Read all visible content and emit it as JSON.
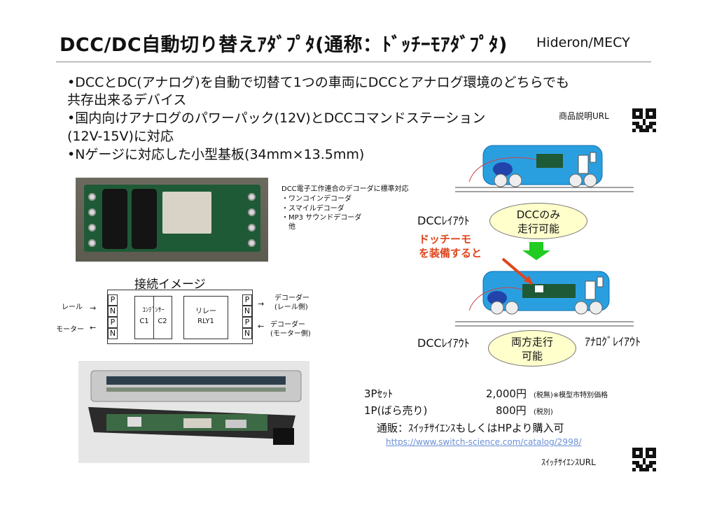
{
  "header": {
    "title": "DCC/DC自動切り替えｱﾀﾞﾌﾟﾀ(通称：ﾄﾞｯﾁｰﾓｱﾀﾞﾌﾟﾀ)",
    "author": "Hideron/MECY"
  },
  "bullets": {
    "b1_line1": "•DCCとDC(アナログ)を自動で切替て1つの車両にDCCとアナログ環境のどちらでも",
    "b1_line2": "共存出来るデバイス",
    "b2_line1": "•国内向けアナログのパワーパック(12V)とDCCコマンドステーション",
    "b2_line2": "(12V-15V)に対応",
    "b3": "•Nゲージに対応した小型基板(34mm×13.5mm)"
  },
  "qr": {
    "product_label": "商品説明URL",
    "store_label": "ｽｲｯﾁｻｲｴﾝｽURL"
  },
  "decoders": {
    "heading": "DCC電子工作連合のデコーダに標準対応",
    "items": [
      "・ワンコインデコーダ",
      "・スマイルデコーダ",
      "・MP3 サウンドデコーダ",
      "　他"
    ]
  },
  "connection": {
    "title": "接続イメージ",
    "left_pins": [
      "P",
      "N",
      "P",
      "N"
    ],
    "right_pins": [
      "P",
      "N",
      "P",
      "N"
    ],
    "capacitor_label": "ｺﾝﾃﾞﾝｻｰ",
    "c1": "C1",
    "c2": "C2",
    "relay_label": "リレー",
    "relay_id": "RLY1",
    "rail_label": "レール",
    "motor_label": "モーター",
    "decoder_rail_label": "デコーダー\n(レール側)",
    "decoder_motor_label": "デコーダー\n(モーター側)"
  },
  "diagram": {
    "dcc_layout_1": "DCCﾚｲｱｳﾄ",
    "bubble_1": "DCCのみ\n走行可能",
    "highlight": "ドッチーモ\nを装備すると",
    "dcc_layout_2": "DCCﾚｲｱｳﾄ",
    "bubble_2": "両方走行\n可能",
    "analog_layout": "ｱﾅﾛｸﾞﾚｲｱｳﾄ"
  },
  "pricing": {
    "set3_label": "3Pｾｯﾄ",
    "set3_price": "2,000円",
    "set3_note": "(税無)※模型市特別価格",
    "single_label": "1P(ばら売り)",
    "single_price": "800円",
    "single_note": "(税別)",
    "sales": "通販：ｽｲｯﾁｻｲｴﾝｽもしくはHPより購入可",
    "url": "https://www.switch-science.com/catalog/2998/"
  },
  "colors": {
    "train_body": "#2a9fe0",
    "pcb_green": "#1f5a36",
    "bubble_fill": "#ffffcc",
    "highlight": "#e0441a",
    "arrow_green": "#22cc22",
    "url": "#6a8fd6"
  }
}
